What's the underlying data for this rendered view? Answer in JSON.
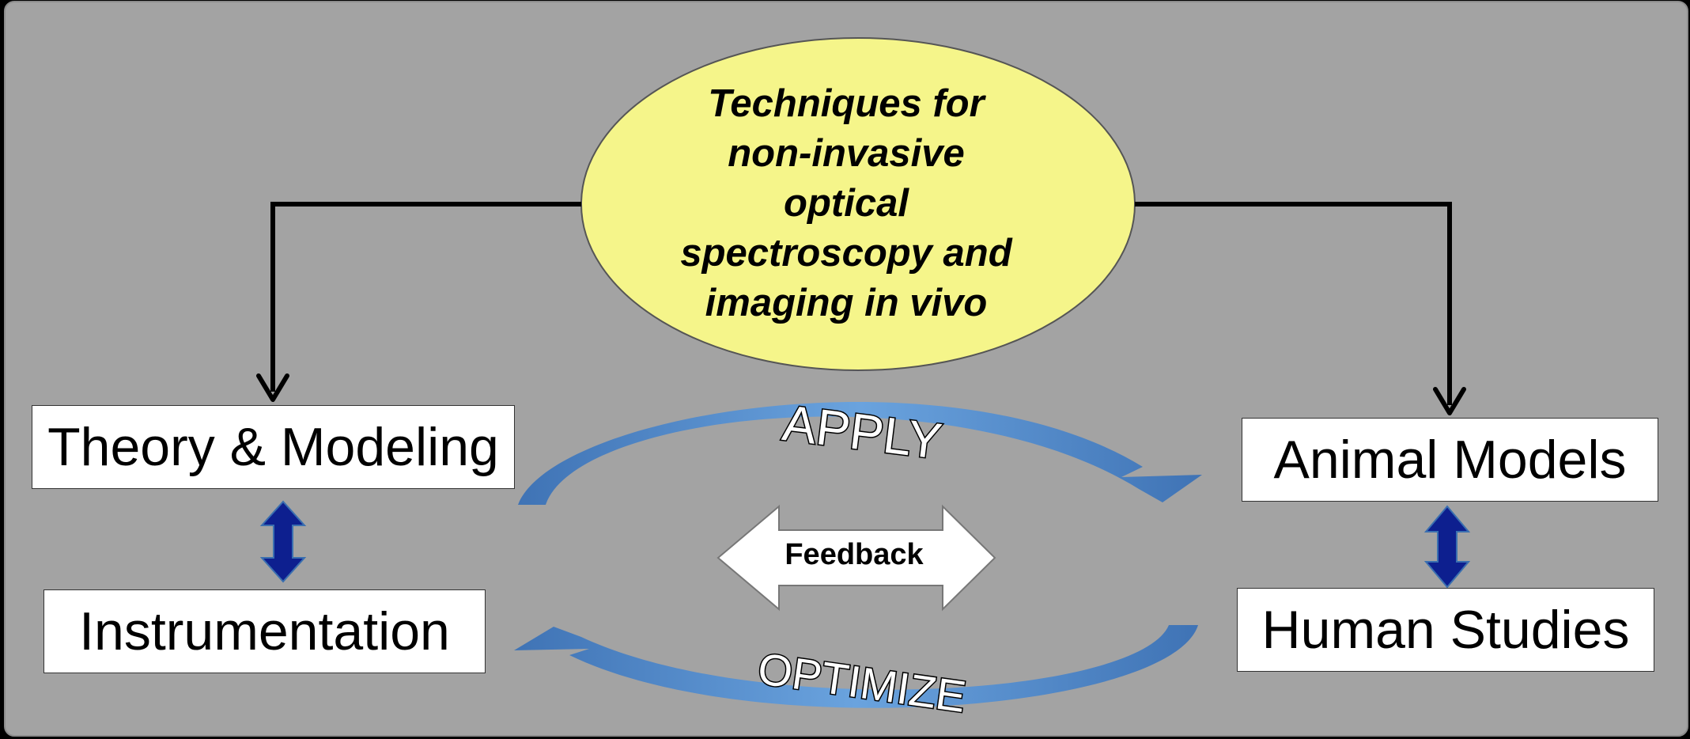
{
  "diagram": {
    "center": {
      "lines": [
        "Techniques for",
        "non-invasive",
        "optical",
        "spectroscopy and",
        "imaging in vivo"
      ]
    },
    "boxes": {
      "theory": "Theory & Modeling",
      "instrumentation": "Instrumentation",
      "animal": "Animal Models",
      "human": "Human Studies"
    },
    "cycle": {
      "apply": "APPLY",
      "optimize": "OPTIMIZE",
      "feedback": "Feedback"
    },
    "colors": {
      "background": "#a3a3a3",
      "ellipse_fill": "#f5f58a",
      "double_arrow": "#0d1f8f",
      "cycle_arrow": "#5b96d4",
      "box_fill": "#ffffff"
    }
  }
}
